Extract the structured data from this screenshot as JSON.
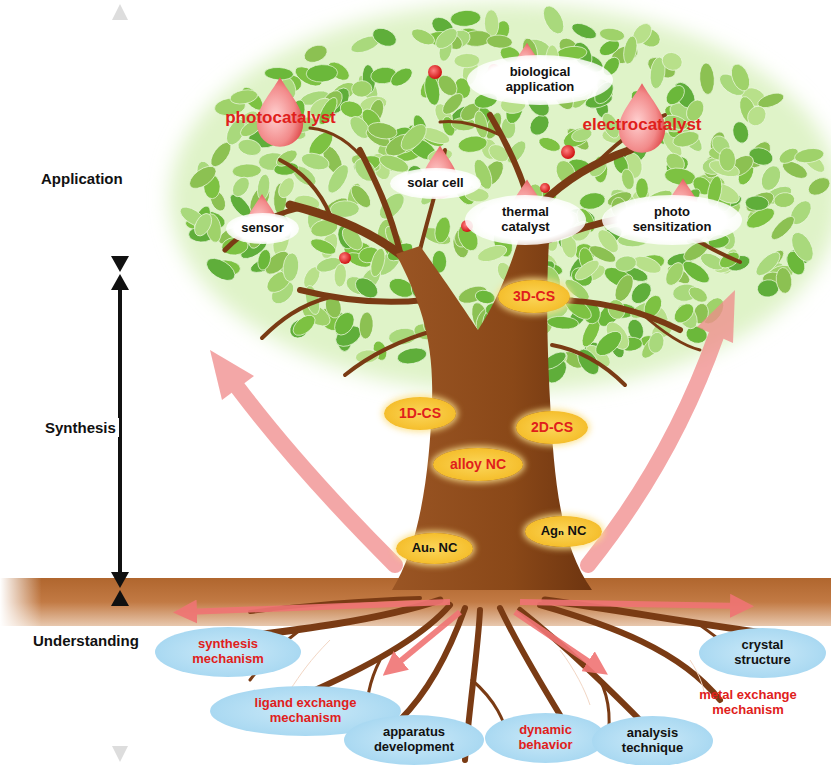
{
  "diagram": {
    "nodes": [
      {
        "text": [
          "biological application"
        ]
      },
      {
        "text": [
          "photocatalyst"
        ]
      },
      {
        "text": [
          "electrocatalyst"
        ]
      },
      {
        "text": [
          "solar cell"
        ]
      },
      {
        "text": [
          "sensor"
        ]
      },
      {
        "text": [
          "thermal catalyst"
        ]
      },
      {
        "text": [
          "photo sensitization"
        ]
      },
      {
        "text": [
          "3D-CS"
        ]
      },
      {
        "text": [
          "2D-CS"
        ]
      },
      {
        "text": [
          "1D-CS"
        ]
      },
      {
        "text": [
          "alloy NC"
        ]
      },
      {
        "text": [
          "Agₙ NC"
        ]
      },
      {
        "text": [
          "Auₙ NC"
        ]
      },
      {
        "text": [
          "synthesis mechanism"
        ]
      },
      {
        "text": [
          "crystal structure"
        ]
      },
      {
        "text": [
          "metal exchange mechanism"
        ]
      },
      {
        "text": [
          "ligand exchange mechanism"
        ]
      },
      {
        "text": [
          "apparatus development"
        ]
      },
      {
        "text": [
          "dynamic behavior"
        ]
      },
      {
        "text": [
          "analysis technique"
        ]
      }
    ],
    "labels": [
      "Application",
      "Synthesis",
      "Understanding"
    ]
  }
}
